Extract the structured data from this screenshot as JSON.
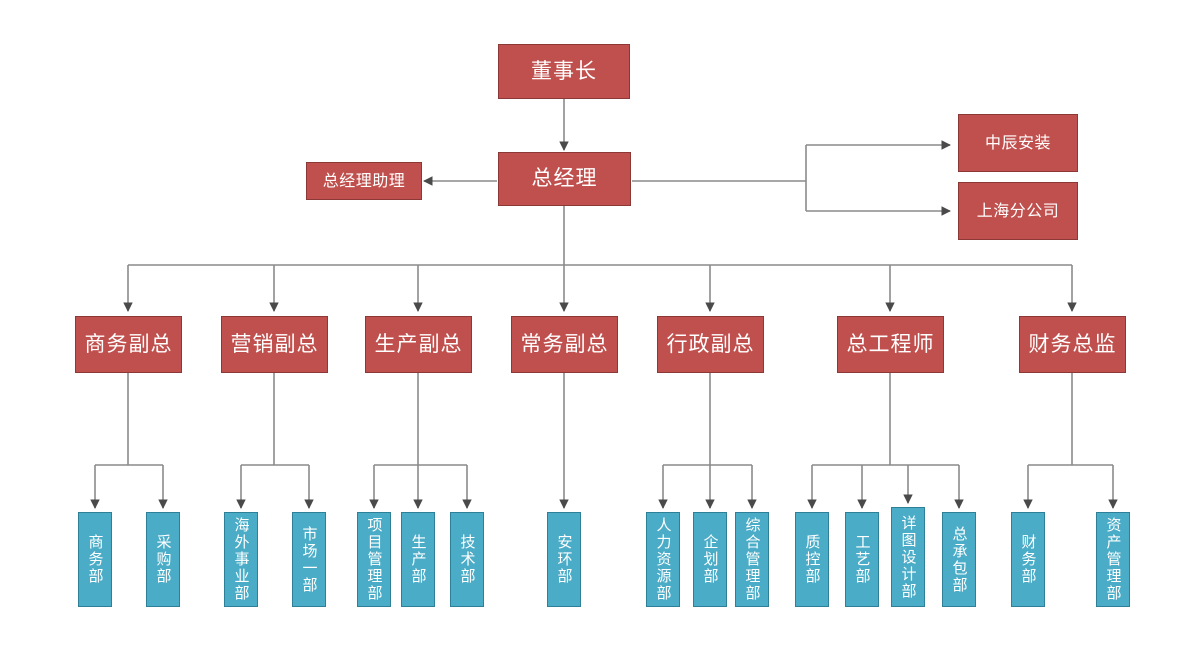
{
  "diagram": {
    "title_text": "",
    "colors": {
      "exec_fill": "#c0504d",
      "exec_border": "#8c3836",
      "dept_fill": "#4aacc7",
      "dept_border": "#2e7f98",
      "connector": "#808080",
      "background": "#ffffff",
      "label_text": "#ffffff"
    },
    "type": "organization-chart"
  },
  "nodes": {
    "chairman": {
      "label": "董事长",
      "level": "executive"
    },
    "general_manager": {
      "label": "总经理",
      "level": "executive"
    },
    "gm_assistant": {
      "label": "总经理助理",
      "level": "executive"
    },
    "subsidiaries": [
      {
        "label": "中辰安装"
      },
      {
        "label": "上海分公司"
      }
    ],
    "vice_presidents": [
      {
        "label": "商务副总"
      },
      {
        "label": "营销副总"
      },
      {
        "label": "生产副总"
      },
      {
        "label": "常务副总"
      },
      {
        "label": "行政副总"
      },
      {
        "label": "总工程师"
      },
      {
        "label": "财务总监"
      }
    ],
    "departments": [
      {
        "label": "商务部",
        "parent": "商务副总"
      },
      {
        "label": "采购部",
        "parent": "商务副总"
      },
      {
        "label": "海外事业部",
        "parent": "营销副总"
      },
      {
        "label": "市场一部",
        "parent": "营销副总"
      },
      {
        "label": "项目管理部",
        "parent": "生产副总"
      },
      {
        "label": "生产部",
        "parent": "生产副总"
      },
      {
        "label": "技术部",
        "parent": "生产副总"
      },
      {
        "label": "安环部",
        "parent": "常务副总"
      },
      {
        "label": "人力资源部",
        "parent": "行政副总"
      },
      {
        "label": "企划部",
        "parent": "行政副总"
      },
      {
        "label": "综合管理部",
        "parent": "行政副总"
      },
      {
        "label": "质控部",
        "parent": "总工程师"
      },
      {
        "label": "工艺部",
        "parent": "总工程师"
      },
      {
        "label": "详图设计部",
        "parent": "总工程师"
      },
      {
        "label": "总承包部",
        "parent": "总工程师"
      },
      {
        "label": "财务部",
        "parent": "财务总监"
      },
      {
        "label": "资产管理部",
        "parent": "财务总监"
      }
    ]
  }
}
